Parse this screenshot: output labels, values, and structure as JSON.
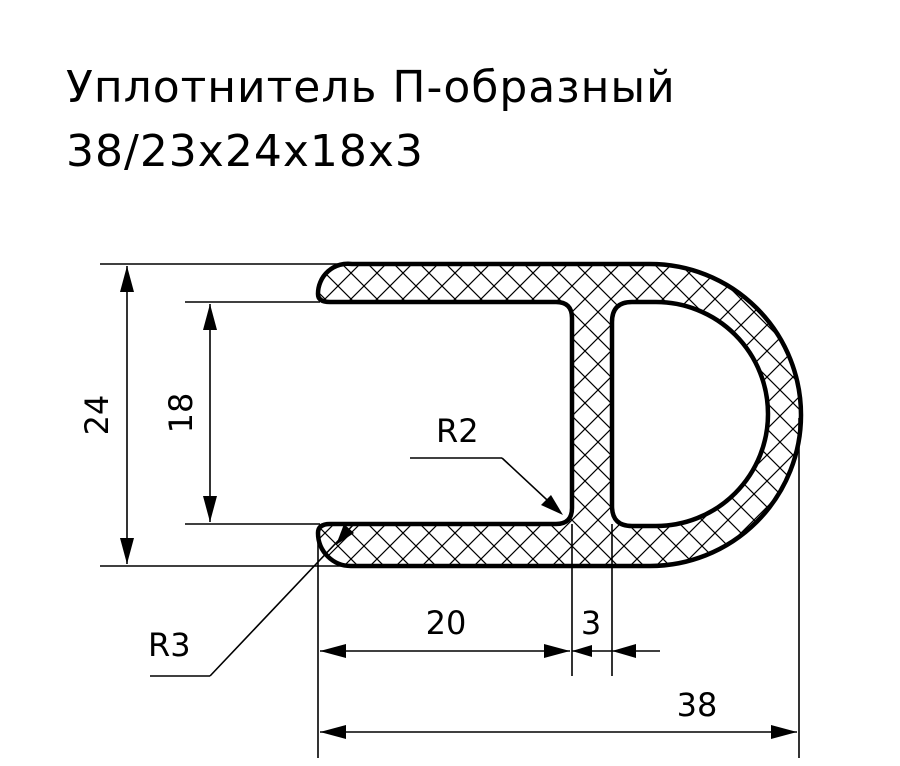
{
  "title": {
    "line1": "Уплотнитель П-образный",
    "line2": "38/23x24x18x3"
  },
  "dimensions": {
    "height_outer": "24",
    "height_inner": "18",
    "radius_inner": "R2",
    "radius_outer": "R3",
    "slot_depth": "20",
    "wall": "3",
    "total_length": "38"
  }
}
